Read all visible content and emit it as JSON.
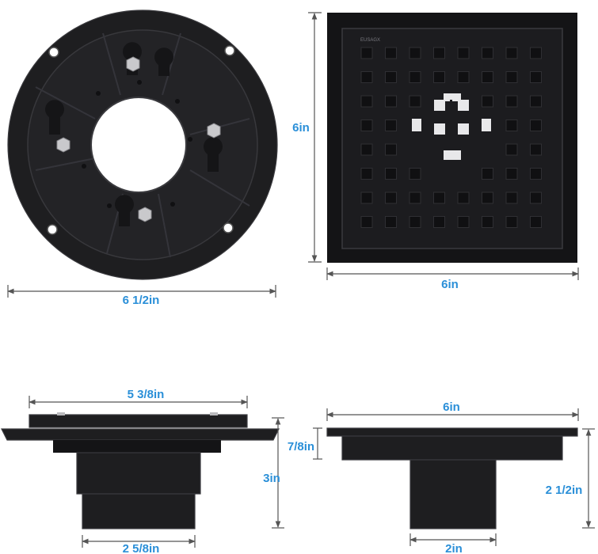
{
  "views": {
    "round_top": {
      "width_label": "6 1/2in"
    },
    "square_top": {
      "height_label": "6in",
      "width_label": "6in",
      "brand_mark": "EUSAGX"
    },
    "round_side": {
      "top_width_label": "5 3/8in",
      "flange_height_label": "7/8in",
      "body_height_label": "3in",
      "outlet_width_label": "2 5/8in"
    },
    "square_side": {
      "top_width_label": "6in",
      "total_height_label": "2 1/2in",
      "outlet_width_label": "2in"
    }
  },
  "colors": {
    "dimension_text": "#2a8fd8",
    "product": "#1e1e20",
    "dimension_line": "#555555"
  }
}
